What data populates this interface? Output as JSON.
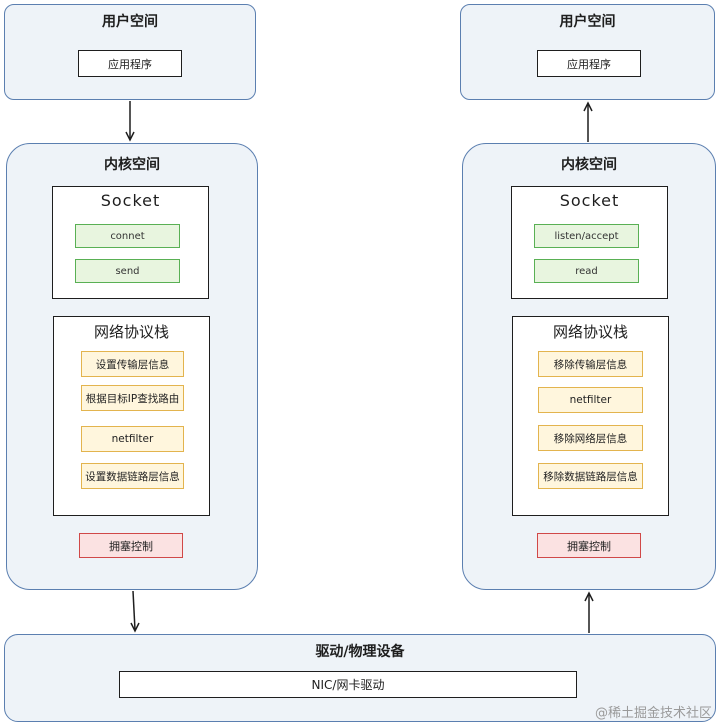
{
  "left": {
    "user_space": {
      "title": "用户空间",
      "app": "应用程序"
    },
    "kernel": {
      "title": "内核空间",
      "socket": {
        "title": "Socket",
        "items": [
          "connet",
          "send"
        ]
      },
      "stack": {
        "title": "网络协议栈",
        "items": [
          "设置传输层信息",
          "根据目标IP查找路由",
          "netfilter",
          "设置数据链路层信息"
        ]
      },
      "congestion": "拥塞控制"
    }
  },
  "right": {
    "user_space": {
      "title": "用户空间",
      "app": "应用程序"
    },
    "kernel": {
      "title": "内核空间",
      "socket": {
        "title": "Socket",
        "items": [
          "listen/accept",
          "read"
        ]
      },
      "stack": {
        "title": "网络协议栈",
        "items": [
          "移除传输层信息",
          "netfilter",
          "移除网络层信息",
          "移除数据链路层信息"
        ]
      },
      "congestion": "拥塞控制"
    }
  },
  "driver": {
    "title": "驱动/物理设备",
    "nic": "NIC/网卡驱动"
  },
  "watermark": "@稀土掘金技术社区",
  "colors": {
    "region_border": "#5b7fb0",
    "region_fill": "#eef3f8",
    "green": "#59b054",
    "yellow": "#e3b44e",
    "red": "#d04848"
  }
}
